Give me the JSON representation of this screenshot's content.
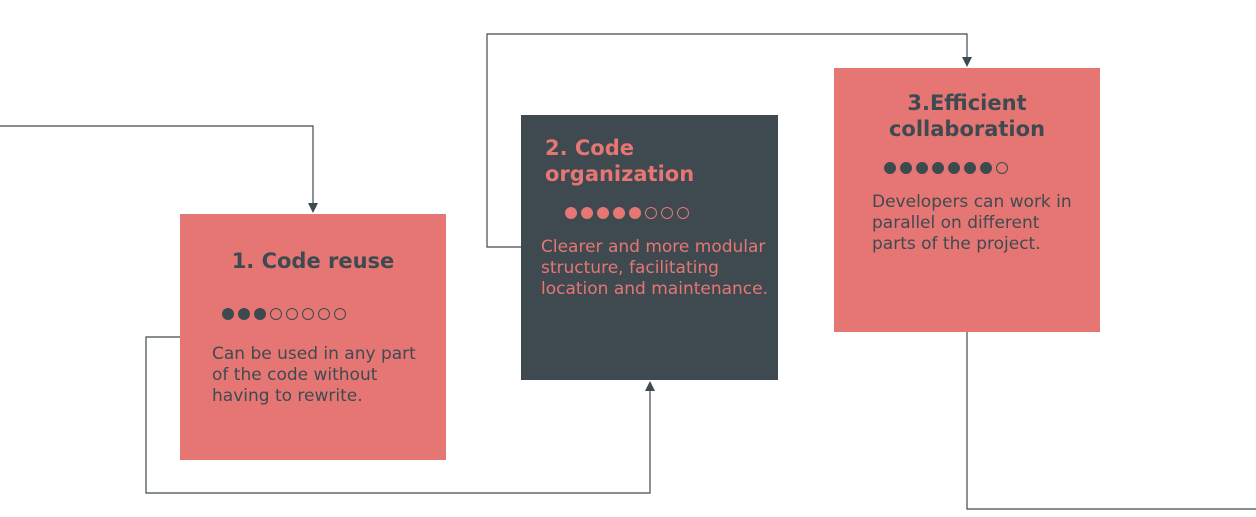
{
  "colors": {
    "coral": "#e57674",
    "slate": "#3e4a50",
    "line": "#3f4a50",
    "background": "#ffffff"
  },
  "cards": [
    {
      "title": "1. Code reuse",
      "rating": 3,
      "rating_max": 8,
      "description": "Can be used in any part of the code without having to rewrite."
    },
    {
      "title": "2. Code organization",
      "rating": 5,
      "rating_max": 8,
      "description": "Clearer and more modular structure, facilitating location and maintenance."
    },
    {
      "title": "3.Efficient collaboration",
      "rating": 7,
      "rating_max": 8,
      "description": "Developers can work in parallel on different parts of the project."
    }
  ]
}
